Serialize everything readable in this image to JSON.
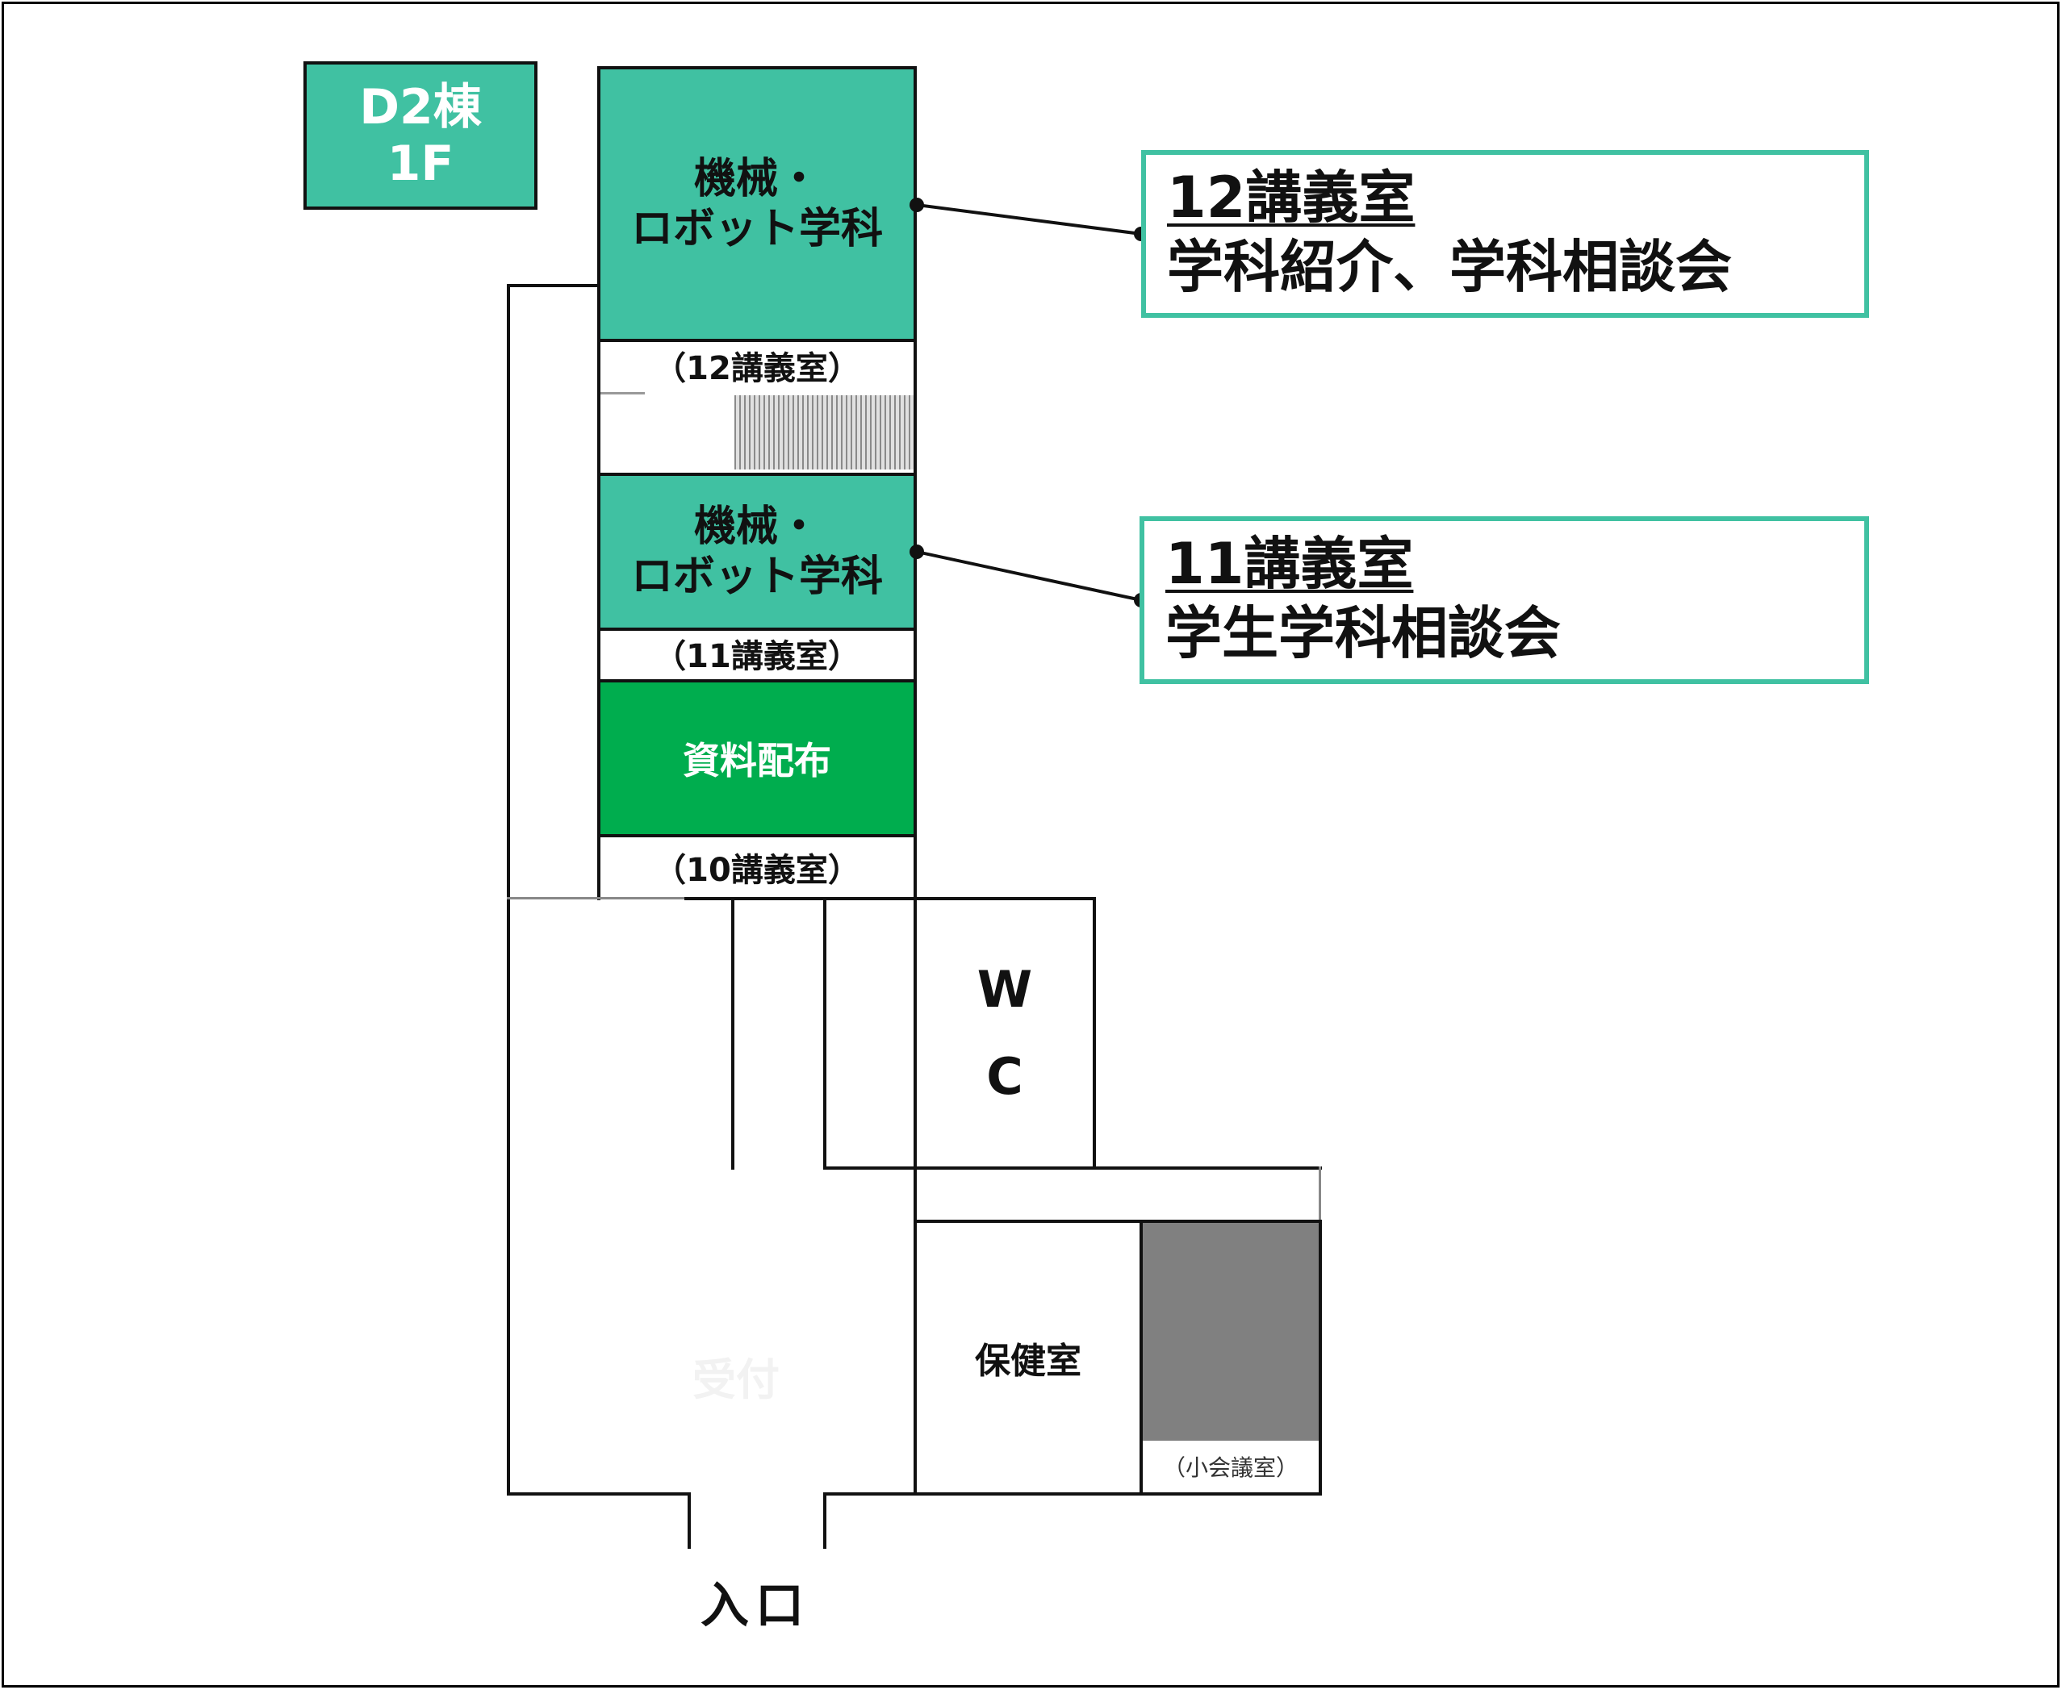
{
  "building_label": {
    "line1": "D2棟",
    "line2": "1F"
  },
  "rooms": {
    "room12": {
      "name_line1": "機械・",
      "name_line2": "ロボット学科",
      "caption": "（12講義室）"
    },
    "room11": {
      "name_line1": "機械・",
      "name_line2": "ロボット学科",
      "caption": "（11講義室）"
    },
    "room10": {
      "name": "資料配布",
      "caption": "（10講義室）"
    },
    "wc": {
      "line1": "W",
      "line2": "C"
    },
    "health": {
      "name": "保健室"
    },
    "small_meeting": {
      "caption": "（小会議室）"
    },
    "reception": {
      "name": "受付"
    }
  },
  "entrance": {
    "label": "入口"
  },
  "callouts": {
    "room12": {
      "title": "12講義室",
      "text": "学科紹介、学科相談会"
    },
    "room11": {
      "title": "11講義室",
      "text": "学生学科相談会"
    }
  },
  "colors": {
    "accent": "#40c1a2",
    "distribution": "#00ad4e",
    "meeting_room": "#808080",
    "stairs": "#9a9a9a"
  }
}
